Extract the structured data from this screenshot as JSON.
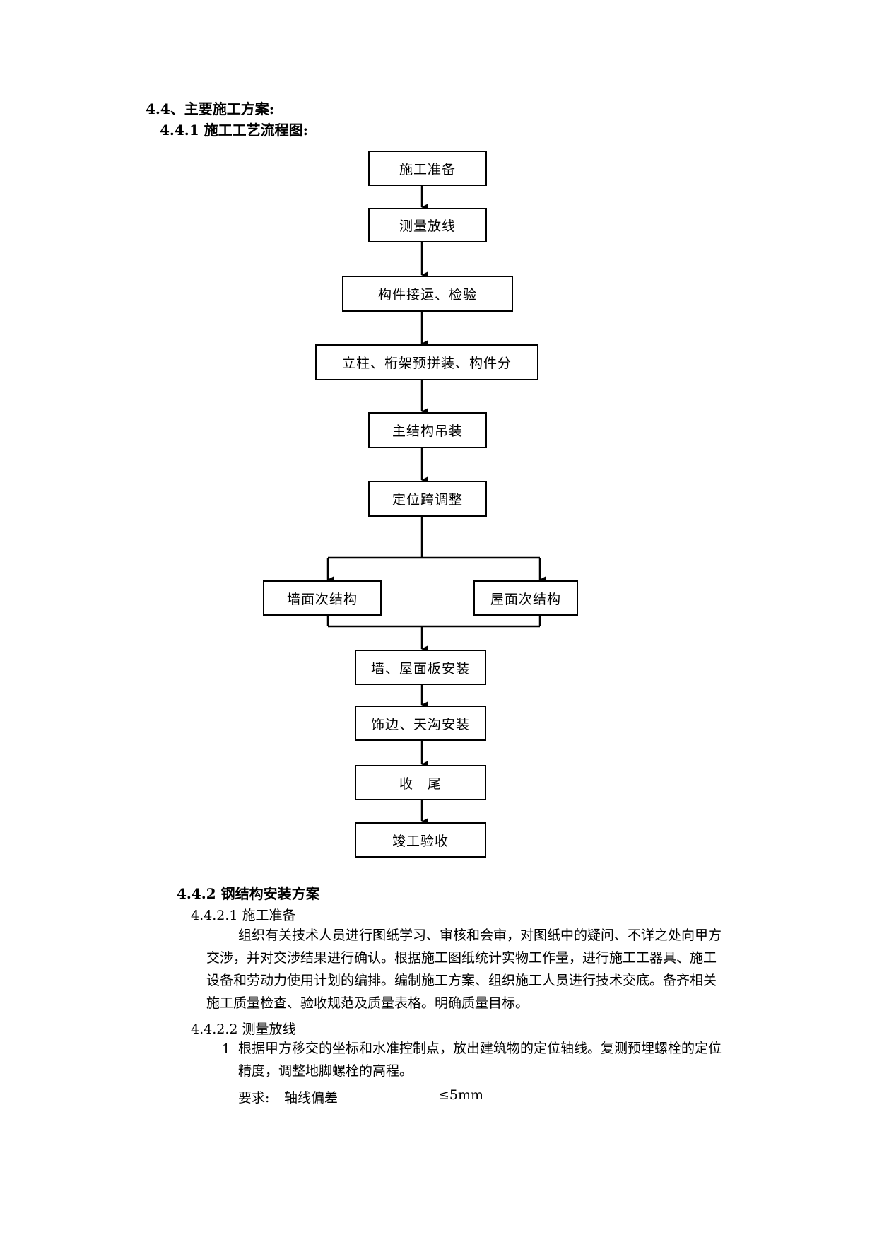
{
  "section": {
    "title": "4.4、主要施工方案:",
    "subtitle": "4.4.1 施工工艺流程图:"
  },
  "flowchart": {
    "steps": {
      "s1": "施工准备",
      "s2": "测量放线",
      "s3": "构件接运、检验",
      "s4": "立柱、桁架预拼装、构件分",
      "s5": "主结构吊装",
      "s6": "定位跨调整",
      "s7a": "墙面次结构",
      "s7b": "屋面次结构",
      "s8": "墙、屋面板安装",
      "s9": "饰边、天沟安装",
      "s10": "收　尾",
      "s11": "竣工验收"
    }
  },
  "plan": {
    "heading": "4.4.2 钢结构安装方案",
    "prep": {
      "heading": "4.4.2.1 施工准备",
      "lines": [
        "组织有关技术人员进行图纸学习、审核和会审，对图纸中的疑问、不详之处向甲方",
        "交涉，并对交涉结果进行确认。根据施工图纸统计实物工作量，进行施工工器具、施工",
        "设备和劳动力使用计划的编排。编制施工方案、组织施工人员进行技术交底。备齐相关",
        "施工质量检查、验收规范及质量表格。明确质量目标。"
      ]
    },
    "survey": {
      "heading": "4.4.2.2 测量放线",
      "item_number": "1",
      "item_lines": [
        "根据甲方移交的坐标和水准控制点，放出建筑物的定位轴线。复测预埋螺栓的定位",
        "精度，调整地脚螺栓的高程。"
      ],
      "requirement_label": "要求:",
      "requirement_item": "轴线偏差",
      "requirement_value": "≤5mm"
    }
  }
}
